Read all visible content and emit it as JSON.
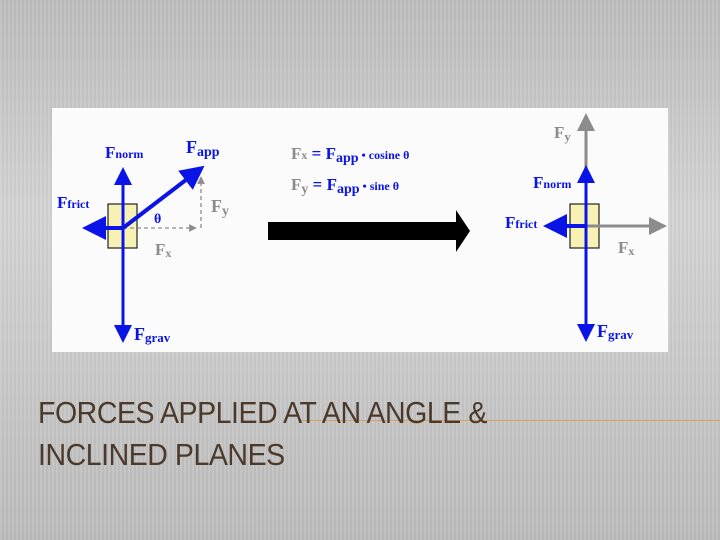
{
  "diagram": {
    "left": {
      "fnorm": {
        "base": "F",
        "sub": "norm"
      },
      "fapp": {
        "base": "F",
        "sub": "app"
      },
      "ffrict": {
        "base": "F",
        "sub": "frict"
      },
      "fy": {
        "base": "F",
        "sub": "y"
      },
      "fx": {
        "base": "F",
        "sub": "x"
      },
      "theta": "θ",
      "fgrav": {
        "base": "F",
        "sub": "grav"
      }
    },
    "equations": {
      "eq1": {
        "lhs": "F",
        "lhs_sub": "x",
        "eq": " = ",
        "rhs": "F",
        "rhs_sub": "app",
        "op": " • cosine θ"
      },
      "eq2": {
        "lhs": "F",
        "lhs_sub": "y",
        "eq": " = ",
        "rhs": "F",
        "rhs_sub": "app",
        "op": " • sine θ"
      }
    },
    "right": {
      "fy": {
        "base": "F",
        "sub": "y"
      },
      "fnorm": {
        "base": "F",
        "sub": "norm"
      },
      "ffrict": {
        "base": "F",
        "sub": "frict"
      },
      "fx": {
        "base": "F",
        "sub": "x"
      },
      "fgrav": {
        "base": "F",
        "sub": "grav"
      }
    },
    "colors": {
      "force": "#0a14e6",
      "component": "#8c8c8c",
      "box": "#f7f2b4"
    }
  },
  "title": {
    "line1": "FORCES APPLIED AT AN ANGLE &",
    "line2": "INCLINED PLANES"
  }
}
